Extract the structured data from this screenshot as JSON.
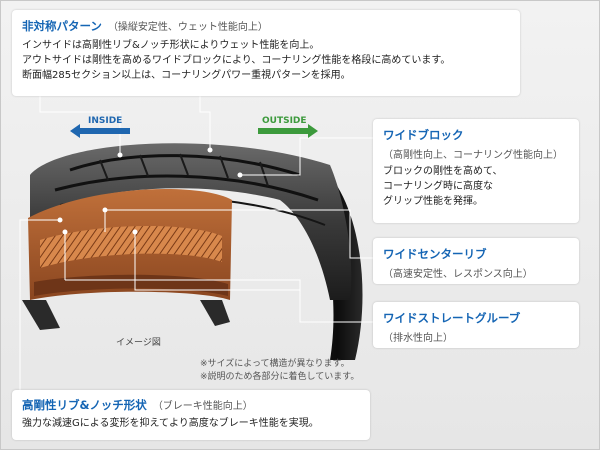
{
  "top_box": {
    "title": "非対称パターン",
    "subtitle": "（操縦安定性、ウェット性能向上）",
    "lines": [
      "インサイドは高剛性リブ&ノッチ形状によりウェット性能を向上。",
      "アウトサイドは剛性を高めるワイドブロックにより、コーナリング性能を格段に高めています。",
      "断面幅285セクション以上は、コーナリングパワー重視パターンを採用。"
    ]
  },
  "arrows": {
    "inside_label": "INSIDE",
    "outside_label": "OUTSIDE",
    "inside_color": "#1f67b0",
    "outside_color": "#3c9a3c"
  },
  "wide_block": {
    "title": "ワイドブロック",
    "subtitle": "（高剛性向上、コーナリング性能向上）",
    "lines": [
      "ブロックの剛性を高めて、",
      "コーナリング時に高度な",
      "グリップ性能を発揮。"
    ]
  },
  "wide_center_rib": {
    "title": "ワイドセンターリブ",
    "subtitle": "（高速安定性、レスポンス向上）"
  },
  "wide_straight_groove": {
    "title": "ワイドストレートグルーブ",
    "subtitle": "（排水性向上）"
  },
  "bottom_box": {
    "title": "高剛性リブ&ノッチ形状",
    "subtitle": "（ブレーキ性能向上）",
    "line": "強力な減速Gによる変形を抑えてより高度なブレーキ性能を実現。"
  },
  "image_caption": "イメージ図",
  "notes": [
    "※サイズによって構造が異なります。",
    "※説明のため各部分に着色しています。"
  ],
  "accent_color": "#1565b4"
}
